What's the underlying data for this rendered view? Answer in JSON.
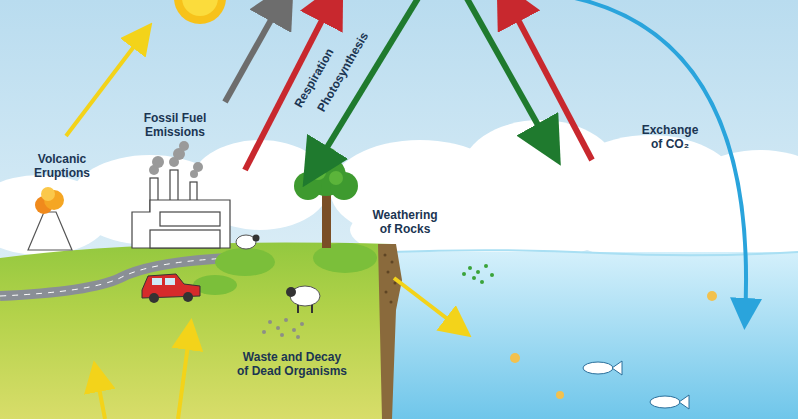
{
  "diagram": {
    "labels": [
      "Respiration",
      "Photosynthesis",
      "Fossil Fuel Emissions",
      "Exchange of CO₂",
      "Volcanic Eruptions",
      "Weathering of Rocks",
      "Waste and Decay of Dead Organisms"
    ]
  }
}
